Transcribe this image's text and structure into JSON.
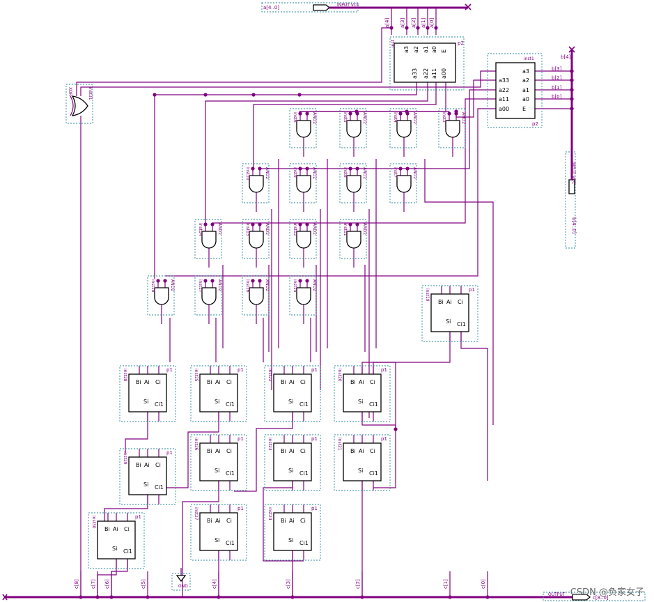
{
  "input_a": {
    "label": "a[4..0]",
    "pin_text": "INPUT VCC"
  },
  "input_b": {
    "label": "b[4..0]",
    "pin_text": "INPUT VCC",
    "bus_label": "b[4]"
  },
  "output_c": {
    "label": "c[8..0]",
    "pin_text": "OUTPUT"
  },
  "gnd_label": "GND",
  "a_bits": [
    "a[4]",
    "a[3]",
    "a[2]",
    "a[1]",
    "a[0]"
  ],
  "b_bits": [
    "b[3]",
    "b[2]",
    "b[1]",
    "b[0]"
  ],
  "c_bits": [
    "c[8]",
    "c[7]",
    "c[6]",
    "c[5]",
    "c[4]",
    "c[3]",
    "c[2]",
    "c[1]",
    "c[0]"
  ],
  "sign_gate": {
    "inst": "inst31",
    "type": "XOR"
  },
  "inst_a": {
    "inst": "inst",
    "part": "p2",
    "inputs": [
      "a3",
      "a2",
      "a1",
      "a0",
      "E"
    ],
    "outputs": [
      "a33",
      "a22",
      "a11",
      "a00"
    ]
  },
  "inst_b": {
    "inst": "inst1",
    "part": "p2",
    "inputs": [
      "a3",
      "a2",
      "a1",
      "a0",
      "E"
    ],
    "outputs": [
      "a33",
      "a22",
      "a11",
      "a00"
    ]
  },
  "and_gates": [
    {
      "inst": "inst6",
      "type": "AND2"
    },
    {
      "inst": "inst5",
      "type": "AND2"
    },
    {
      "inst": "inst4",
      "type": "AND2"
    },
    {
      "inst": "inst3",
      "type": "AND2"
    },
    {
      "inst": "inst10",
      "type": "AND2"
    },
    {
      "inst": "inst9",
      "type": "AND2"
    },
    {
      "inst": "inst8",
      "type": "AND2"
    },
    {
      "inst": "inst7",
      "type": "AND2"
    },
    {
      "inst": "inst14",
      "type": "AND2"
    },
    {
      "inst": "inst13",
      "type": "AND2"
    },
    {
      "inst": "inst12",
      "type": "AND2"
    },
    {
      "inst": "inst11",
      "type": "AND2"
    },
    {
      "inst": "inst18",
      "type": "AND2"
    },
    {
      "inst": "inst17",
      "type": "AND2"
    },
    {
      "inst": "inst16",
      "type": "AND2"
    },
    {
      "inst": "inst15",
      "type": "AND2"
    }
  ],
  "adders": {
    "part": "p1",
    "pins_in": [
      "Bi",
      "Ai",
      "Ci"
    ],
    "pins_out": [
      "Si",
      "Ci1"
    ],
    "instances": [
      "inst19",
      "inst28",
      "inst25",
      "inst22",
      "inst20",
      "inst29",
      "inst26",
      "inst23",
      "inst21",
      "inst27",
      "inst24",
      "inst30"
    ]
  },
  "watermark": "CSDN @负家女子"
}
